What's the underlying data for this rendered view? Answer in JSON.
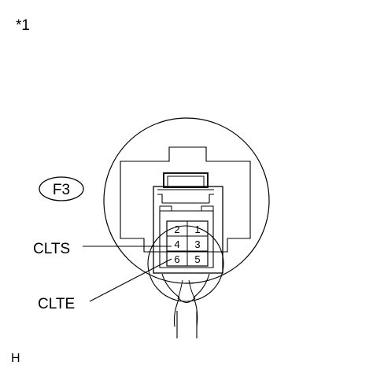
{
  "figure_marker": "*1",
  "corner_mark": "H",
  "connector_code": "F3",
  "pins": {
    "p1": "1",
    "p2": "2",
    "p3": "3",
    "p4": "4",
    "p5": "5",
    "p6": "6"
  },
  "callouts": {
    "clts": "CLTS",
    "clte": "CLTE"
  },
  "colors": {
    "line": "#000000",
    "background": "#ffffff"
  }
}
